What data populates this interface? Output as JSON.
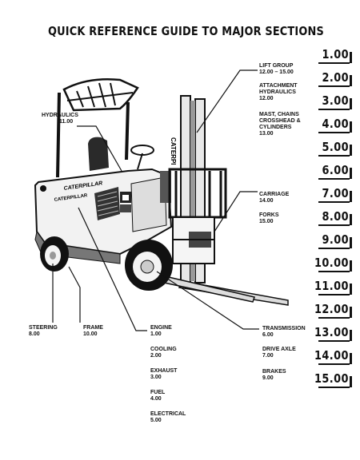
{
  "title": "QUICK REFERENCE GUIDE TO MAJOR SECTIONS",
  "labels": {
    "hydraulics": {
      "name": "HYDRAULICS",
      "num": "11.00"
    },
    "lift_group": {
      "name": "LIFT GROUP",
      "num": "12.00 – 15.00"
    },
    "attachment": {
      "line1": "ATTACHMENT",
      "line2": "HYDRAULICS",
      "num": "12.00"
    },
    "mast": {
      "line1": "MAST, CHAINS",
      "line2": "CROSSHEAD &",
      "line3": "CYLINDERS",
      "num": "13.00"
    },
    "carriage": {
      "name": "CARRIAGE",
      "num": "14.00"
    },
    "forks": {
      "name": "FORKS",
      "num": "15.00"
    },
    "steering": {
      "name": "STEERING",
      "num": "8.00"
    },
    "frame": {
      "name": "FRAME",
      "num": "10.00"
    },
    "engine": {
      "name": "ENGINE",
      "num": "1.00"
    },
    "cooling": {
      "name": "COOLING",
      "num": "2.00"
    },
    "exhaust": {
      "name": "EXHAUST",
      "num": "3.00"
    },
    "fuel": {
      "name": "FUEL",
      "num": "4.00"
    },
    "electrical": {
      "name": "ELECTRICAL",
      "num": "5.00"
    },
    "transmission": {
      "name": "TRANSMISSION",
      "num": "6.00"
    },
    "drive_axle": {
      "name": "DRIVE AXLE",
      "num": "7.00"
    },
    "brakes": {
      "name": "BRAKES",
      "num": "9.00"
    }
  },
  "brand": {
    "panel": "CATERPILLAR",
    "mast": "CATERPI"
  },
  "tabs": [
    "1.00",
    "2.00",
    "3.00",
    "4.00",
    "5.00",
    "6.00",
    "7.00",
    "8.00",
    "9.00",
    "10.00",
    "11.00",
    "12.00",
    "13.00",
    "14.00",
    "15.00"
  ],
  "colors": {
    "ink": "#111111",
    "paper": "#ffffff",
    "shade": "#555555"
  }
}
